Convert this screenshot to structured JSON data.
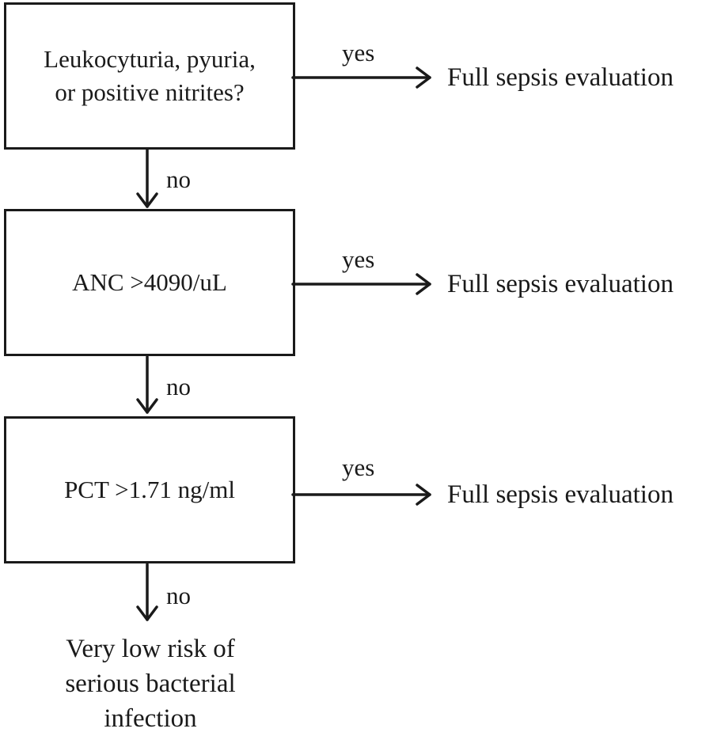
{
  "nodes": [
    {
      "id": "q1",
      "lines": [
        "Leukocyturia, pyuria,",
        "or positive nitrites?"
      ]
    },
    {
      "id": "q2",
      "lines": [
        "ANC >4090/uL"
      ]
    },
    {
      "id": "q3",
      "lines": [
        "PCT >1.71 ng/ml"
      ]
    }
  ],
  "yes_label": "yes",
  "no_label": "no",
  "yes_outcome": "Full sepsis evaluation",
  "final_outcome": [
    "Very low risk of",
    "serious bacterial",
    "infection"
  ],
  "colors": {
    "line": "#1a1a1a",
    "background": "#ffffff"
  }
}
